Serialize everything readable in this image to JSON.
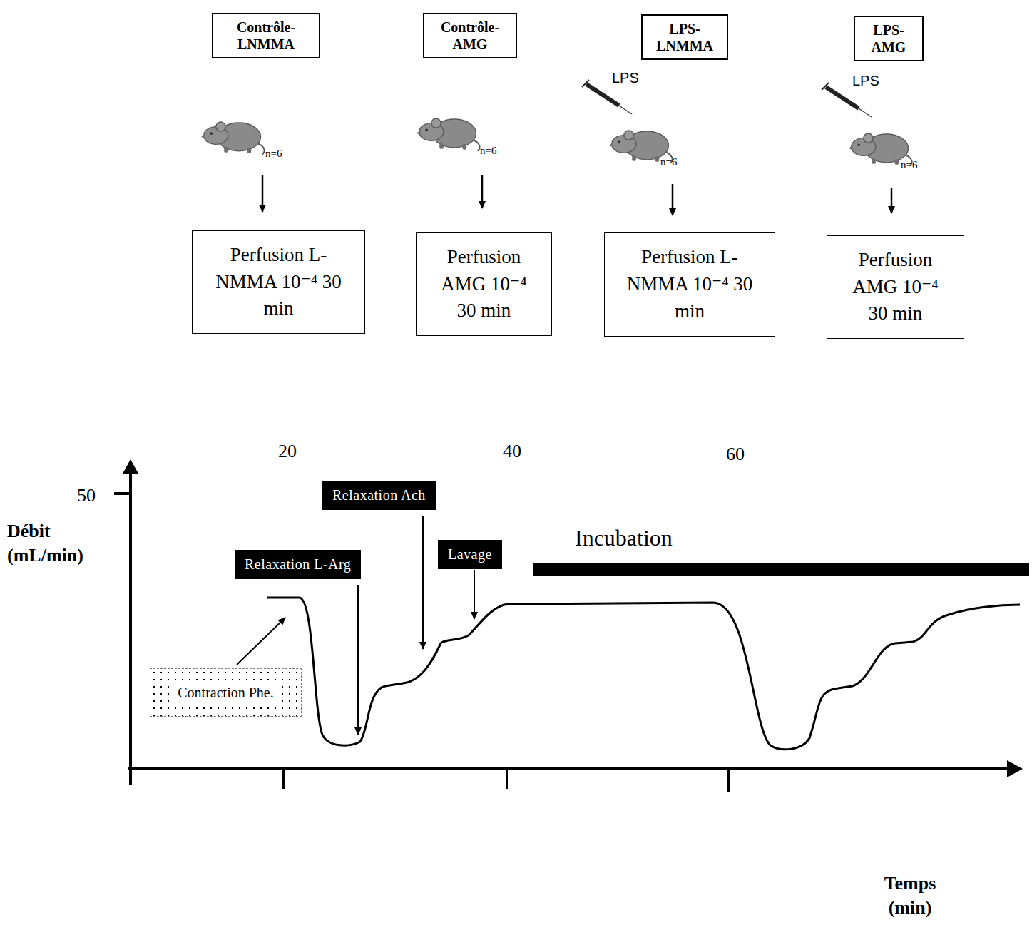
{
  "diagram": {
    "nodes": [
      {
        "text": [
          "Contrôle- LNMMA"
        ]
      },
      {
        "text": [
          "Contrôle- AMG"
        ]
      },
      {
        "text": [
          "LPS- LNMMA"
        ]
      },
      {
        "text": [
          "LPS- AMG"
        ]
      },
      {
        "text": [
          "Perfusion L-NMMA 10⁻⁴ 30 min"
        ]
      },
      {
        "text": [
          "Perfusion AMG 10⁻⁴ 30 min"
        ]
      },
      {
        "text": [
          "Perfusion L-NMMA 10⁻⁴ 30 min"
        ]
      },
      {
        "text": [
          "Perfusion AMG 10⁻⁴ 30 min"
        ]
      },
      {
        "text": [
          "Relaxation Ach"
        ]
      },
      {
        "text": [
          "Lavage"
        ]
      },
      {
        "text": [
          "Relaxation L-Arg"
        ]
      },
      {
        "text": [
          "Contraction Phe."
        ]
      }
    ],
    "edges": [],
    "labels": [
      "LPS",
      "LPS",
      "n=6",
      "n=6",
      "n=6",
      "n=6",
      "20",
      "40",
      "60",
      "50",
      "Débit (mL/min)",
      "Incubation",
      "Temps (min)"
    ]
  }
}
